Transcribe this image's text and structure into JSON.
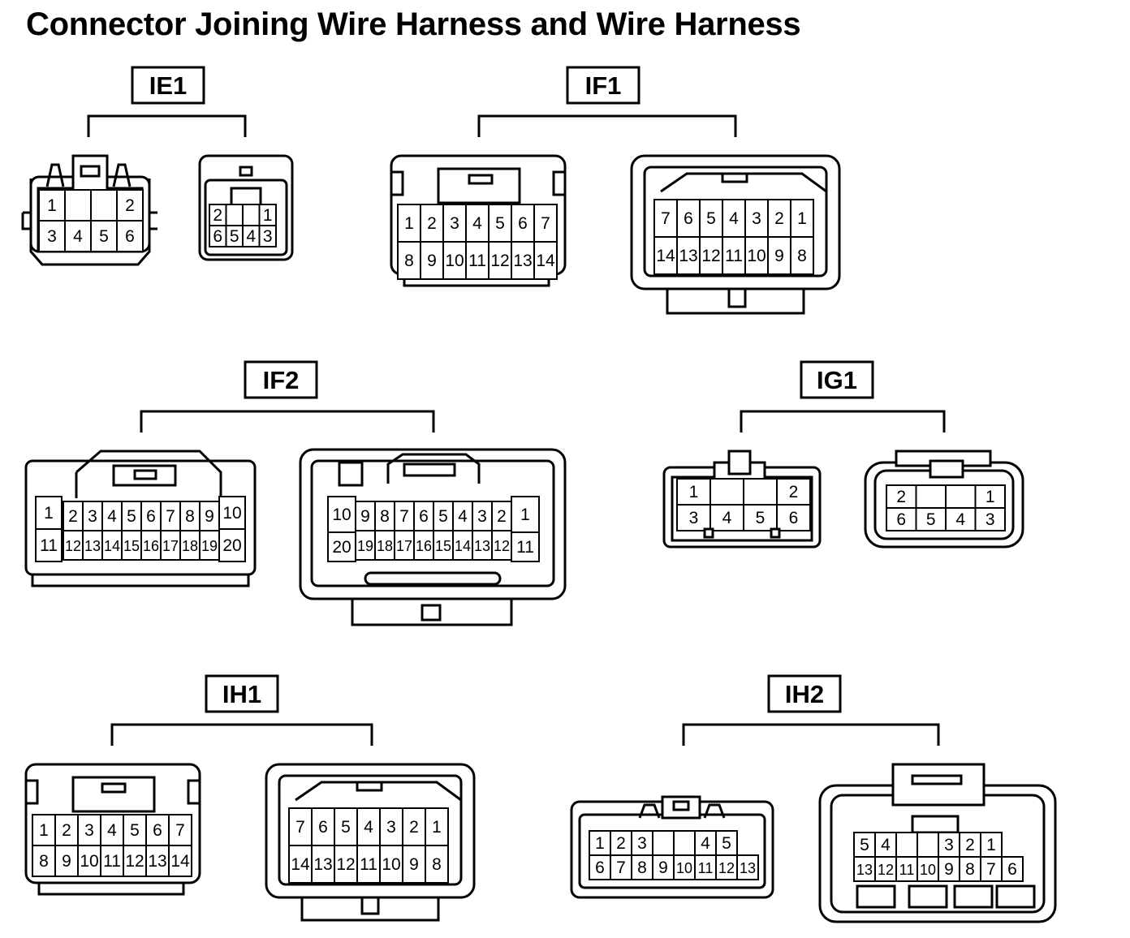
{
  "title": "Connector Joining Wire Harness and Wire Harness",
  "connectors": {
    "IE1": {
      "label": "IE1",
      "left": {
        "rows": [
          [
            "1",
            "",
            "",
            "2"
          ],
          [
            "3",
            "4",
            "5",
            "6"
          ]
        ]
      },
      "right": {
        "rows": [
          [
            "2",
            "",
            "",
            "1"
          ],
          [
            "6",
            "5",
            "4",
            "3"
          ]
        ]
      }
    },
    "IF1": {
      "label": "IF1",
      "left": {
        "rows": [
          [
            "1",
            "2",
            "3",
            "4",
            "5",
            "6",
            "7"
          ],
          [
            "8",
            "9",
            "10",
            "11",
            "12",
            "13",
            "14"
          ]
        ]
      },
      "right": {
        "rows": [
          [
            "7",
            "6",
            "5",
            "4",
            "3",
            "2",
            "1"
          ],
          [
            "14",
            "13",
            "12",
            "11",
            "10",
            "9",
            "8"
          ]
        ]
      }
    },
    "IF2": {
      "label": "IF2",
      "left": {
        "side_top": [
          "1",
          "10"
        ],
        "side_bottom": [
          "11",
          "20"
        ],
        "rows": [
          [
            "2",
            "3",
            "4",
            "5",
            "6",
            "7",
            "8",
            "9"
          ],
          [
            "12",
            "13",
            "14",
            "15",
            "16",
            "17",
            "18",
            "19"
          ]
        ]
      },
      "right": {
        "side_top": [
          "10",
          "1"
        ],
        "side_bottom": [
          "20",
          "11"
        ],
        "rows": [
          [
            "9",
            "8",
            "7",
            "6",
            "5",
            "4",
            "3",
            "2"
          ],
          [
            "19",
            "18",
            "17",
            "16",
            "15",
            "14",
            "13",
            "12"
          ]
        ]
      }
    },
    "IG1": {
      "label": "IG1",
      "left": {
        "rows": [
          [
            "1",
            "",
            "",
            "2"
          ],
          [
            "3",
            "4",
            "5",
            "6"
          ]
        ]
      },
      "right": {
        "rows": [
          [
            "2",
            "",
            "",
            "1"
          ],
          [
            "6",
            "5",
            "4",
            "3"
          ]
        ]
      }
    },
    "IH1": {
      "label": "IH1",
      "left": {
        "rows": [
          [
            "1",
            "2",
            "3",
            "4",
            "5",
            "6",
            "7"
          ],
          [
            "8",
            "9",
            "10",
            "11",
            "12",
            "13",
            "14"
          ]
        ]
      },
      "right": {
        "rows": [
          [
            "7",
            "6",
            "5",
            "4",
            "3",
            "2",
            "1"
          ],
          [
            "14",
            "13",
            "12",
            "11",
            "10",
            "9",
            "8"
          ]
        ]
      }
    },
    "IH2": {
      "label": "IH2",
      "left": {
        "rows": [
          [
            "1",
            "2",
            "3",
            "",
            "",
            "4",
            "5"
          ],
          [
            "6",
            "7",
            "8",
            "9",
            "10",
            "11",
            "12",
            "13"
          ]
        ]
      },
      "right": {
        "rows": [
          [
            "5",
            "4",
            "",
            "",
            "3",
            "2",
            "1"
          ],
          [
            "13",
            "12",
            "11",
            "10",
            "9",
            "8",
            "7",
            "6"
          ]
        ]
      }
    }
  }
}
